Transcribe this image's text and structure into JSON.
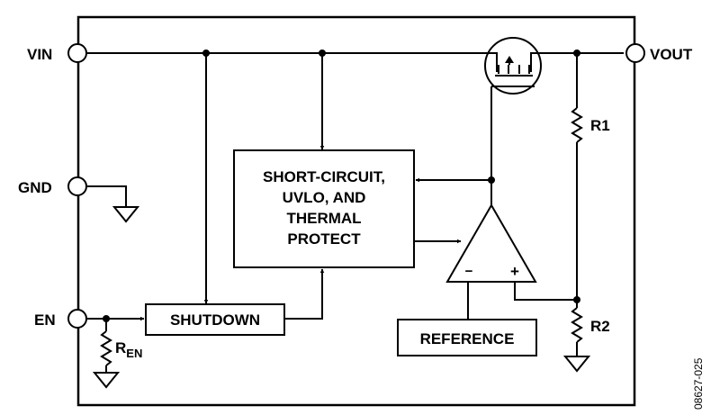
{
  "pins": {
    "vin": "VIN",
    "vout": "VOUT",
    "gnd": "GND",
    "en": "EN"
  },
  "blocks": {
    "protect_lines": [
      "SHORT-CIRCUIT,",
      "UVLO, AND",
      "THERMAL",
      "PROTECT"
    ],
    "shutdown": "SHUTDOWN",
    "reference": "REFERENCE"
  },
  "components": {
    "r1": "R1",
    "r2": "R2",
    "ren_main": "R",
    "ren_sub": "EN"
  },
  "amplifier": {
    "minus": "−",
    "plus": "+"
  },
  "figure_code": "08627-025"
}
